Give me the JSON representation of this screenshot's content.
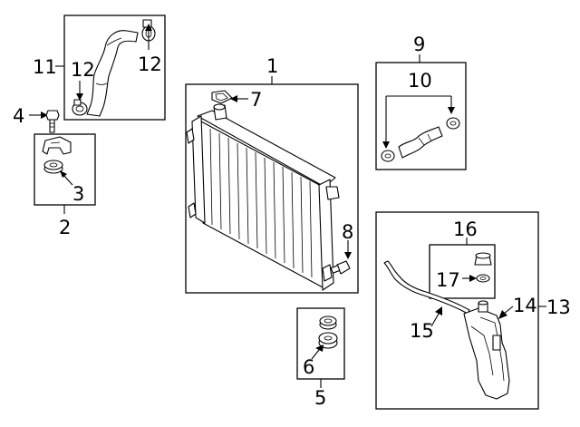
{
  "callouts": {
    "n1": "1",
    "n2": "2",
    "n3": "3",
    "n4": "4",
    "n5": "5",
    "n6": "6",
    "n7": "7",
    "n8": "8",
    "n9": "9",
    "n10": "10",
    "n11": "11",
    "n12a": "12",
    "n12b": "12",
    "n13": "13",
    "n14": "14",
    "n15": "15",
    "n16": "16",
    "n17": "17"
  }
}
